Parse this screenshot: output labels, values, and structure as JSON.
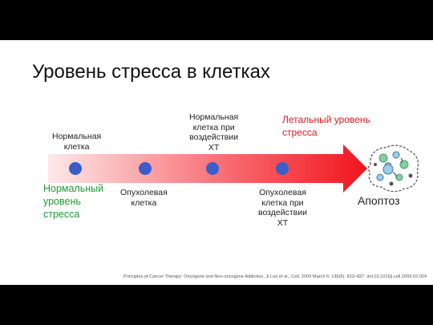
{
  "slide": {
    "title": "Уровень стресса в клетках",
    "labels": {
      "normal_cell": "Нормальная\nклетка",
      "normal_cell_chemo": "Нормальная\nклетка при\nвоздействии\nХТ",
      "lethal_level": "Летальный уровень\nстресса",
      "normal_level": "Нормальный\nуровень\nстресса",
      "tumor_cell": "Опухолевая\nклетка",
      "tumor_cell_chemo": "Опухолевая\nклетка при\nвоздействии\nХТ",
      "apoptosis": "Апоптоз"
    },
    "citation": "Principles of Cancer Therapy: Oncogene and Non-oncogene Addiction, Ji Luo et al., Cell. 2009 March 6; 136(5): 823–837. doi:10.1016/j.cell.2009.02.024",
    "colors": {
      "arrow_start": "#fde9ea",
      "arrow_end": "#f0141c",
      "dot": "#3b5dc9",
      "normal_text": "#1f9a35",
      "lethal_text": "#d81c1c"
    }
  }
}
